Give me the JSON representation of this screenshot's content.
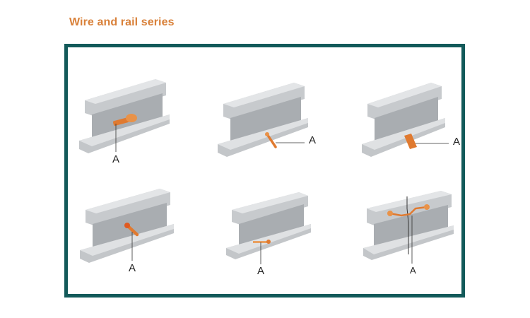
{
  "title": "Wire and rail series",
  "colors": {
    "title": "#d9813a",
    "frame": "#135a5a",
    "connector": "#e07a30",
    "rail": "#b7babd"
  },
  "panels": [
    {
      "id": "panel-1",
      "connector": "cadweld-lug",
      "label": "A"
    },
    {
      "id": "panel-2",
      "connector": "pin-web",
      "label": "A"
    },
    {
      "id": "panel-3",
      "connector": "flat-tab",
      "label": "A"
    },
    {
      "id": "panel-4",
      "connector": "pin-head",
      "label": "A"
    },
    {
      "id": "panel-5",
      "connector": "foot-stud",
      "label": "A"
    },
    {
      "id": "panel-6",
      "connector": "bond-wire-joint",
      "label": "A"
    }
  ]
}
